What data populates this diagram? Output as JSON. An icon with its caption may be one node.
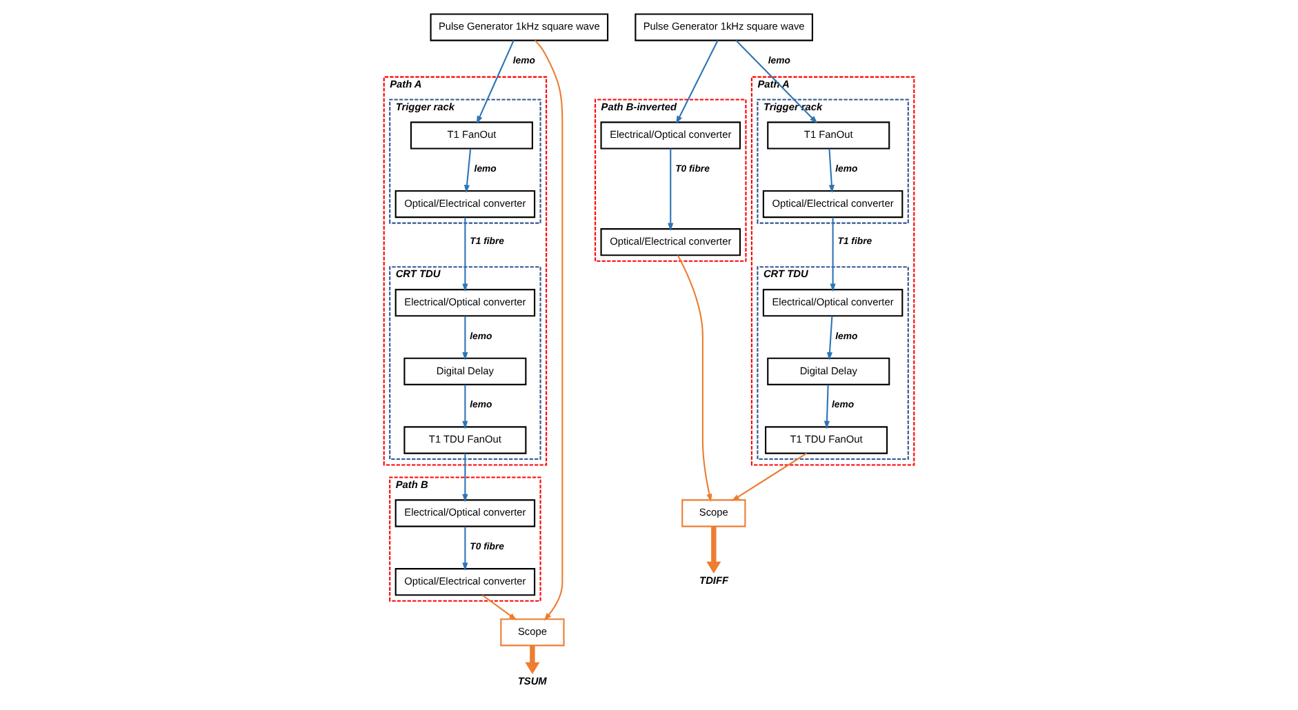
{
  "diagram": {
    "nodes": [
      {
        "text": [
          "Pulse Generator 1kHz square wave"
        ]
      },
      {
        "text": [
          "Scope"
        ]
      },
      {
        "text": [
          "TSUM"
        ]
      },
      {
        "text": [
          "Path A"
        ]
      },
      {
        "text": [
          "Trigger rack"
        ],
        "in": 3
      },
      {
        "text": [
          "T1 FanOut"
        ],
        "in": 4
      },
      {
        "text": [
          "Optical/Electrical converter"
        ],
        "in": 4
      },
      {
        "text": [
          "CRT TDU"
        ],
        "in": 3
      },
      {
        "text": [
          "Electrical/Optical converter"
        ],
        "in": 7
      },
      {
        "text": [
          "Digital Delay"
        ],
        "in": 7
      },
      {
        "text": [
          "T1 TDU FanOut"
        ],
        "in": 7
      },
      {
        "text": [
          "Path B"
        ]
      },
      {
        "text": [
          "Optical/Electrical converter"
        ],
        "in": 11
      },
      {
        "text": [
          "Electrical/Optical converter"
        ],
        "in": 11
      },
      {
        "text": [
          "Pulse Generator 1kHz square wave"
        ]
      },
      {
        "text": [
          "Path B-inverted"
        ]
      },
      {
        "text": [
          "Electrical/Optical converter"
        ],
        "in": 15
      },
      {
        "text": [
          "Optical/Electrical converter"
        ],
        "in": 15
      },
      {
        "text": [
          "Path A"
        ]
      },
      {
        "text": [
          "Trigger rack"
        ],
        "in": 18
      },
      {
        "text": [
          "T1 FanOut"
        ],
        "in": 19
      },
      {
        "text": [
          "Optical/Electrical converter"
        ],
        "in": 19
      },
      {
        "text": [
          "CRT TDU"
        ],
        "in": 18
      },
      {
        "text": [
          "Electrical/Optical converter"
        ],
        "in": 22
      },
      {
        "text": [
          "Digital Delay"
        ],
        "in": 22
      },
      {
        "text": [
          "T1 TDU FanOut"
        ],
        "in": 22
      },
      {
        "text": [
          "Scope"
        ]
      },
      {
        "text": [
          "TDIFF"
        ]
      }
    ],
    "edges": [
      {
        "from": 0,
        "to": 5,
        "arrow": "to",
        "label": "lemo"
      },
      {
        "from": 5,
        "to": 6,
        "arrow": "to",
        "label": "lemo"
      },
      {
        "from": 6,
        "to": 8,
        "arrow": "to",
        "label": "T1 fibre"
      },
      {
        "from": 8,
        "to": 9,
        "arrow": "to",
        "label": "lemo"
      },
      {
        "from": 9,
        "to": 10,
        "arrow": "to",
        "label": "lemo"
      },
      {
        "from": 10,
        "to": 13,
        "arrow": "to"
      },
      {
        "from": 13,
        "to": 12,
        "arrow": "to",
        "label": "T0 fibre"
      },
      {
        "from": 12,
        "to": 1,
        "arrow": "to",
        "color": "#ed7d31"
      },
      {
        "from": 0,
        "to": 1,
        "arrow": "to",
        "color": "#ed7d31"
      },
      {
        "from": 1,
        "to": 2,
        "arrow": "to",
        "style": "thick",
        "color": "#ed7d31"
      },
      {
        "from": 14,
        "to": 20,
        "arrow": "to",
        "label": "lemo"
      },
      {
        "from": 20,
        "to": 21,
        "arrow": "to",
        "label": "lemo"
      },
      {
        "from": 21,
        "to": 23,
        "arrow": "to",
        "label": "T1 fibre"
      },
      {
        "from": 23,
        "to": 24,
        "arrow": "to",
        "label": "lemo"
      },
      {
        "from": 24,
        "to": 25,
        "arrow": "to",
        "label": "lemo"
      },
      {
        "from": 14,
        "to": 16,
        "arrow": "to"
      },
      {
        "from": 16,
        "to": 17,
        "arrow": "to",
        "label": "T0 fibre"
      },
      {
        "from": 17,
        "to": 26,
        "arrow": "to",
        "color": "#ed7d31"
      },
      {
        "from": 25,
        "to": 26,
        "arrow": "to",
        "color": "#ed7d31"
      },
      {
        "from": 26,
        "to": 27,
        "arrow": "to",
        "style": "thick",
        "color": "#ed7d31"
      }
    ]
  }
}
